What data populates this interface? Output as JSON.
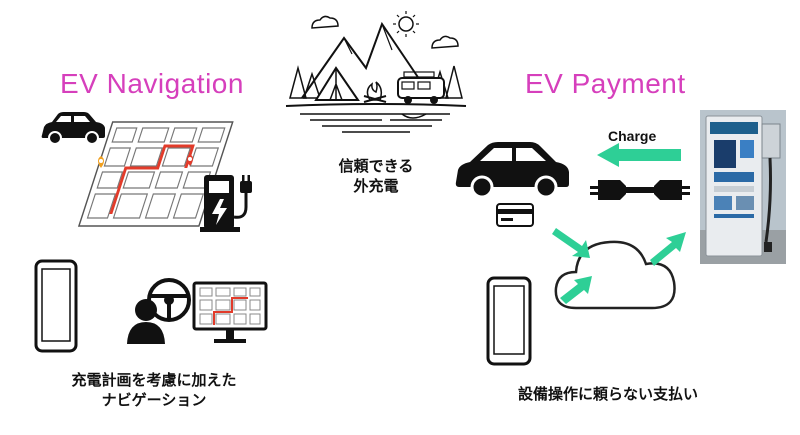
{
  "colors": {
    "accent_magenta": "#d63fbc",
    "charge_green": "#2ecf96",
    "route_red": "#e23b2a",
    "pin_orange": "#f0a020"
  },
  "navigation": {
    "title": "EV Navigation",
    "caption_line1": "充電計画を考慮に加えた",
    "caption_line2": "ナビゲーション",
    "icons": [
      "car-icon",
      "street-map-icon",
      "charging-station-icon",
      "smartphone-icon",
      "driver-at-wheel-icon",
      "monitor-map-icon"
    ]
  },
  "center": {
    "caption_line1": "信頼できる",
    "caption_line2": "外充電",
    "icons": [
      "outdoor-camping-scene-icon"
    ]
  },
  "payment": {
    "title": "EV Payment",
    "charge_label": "Charge",
    "caption": "設備操作に頼らない支払い",
    "icons": [
      "car-icon",
      "payment-card-icon",
      "charging-cable-icon",
      "cloud-icon",
      "smartphone-icon",
      "charging-station-photo"
    ]
  }
}
